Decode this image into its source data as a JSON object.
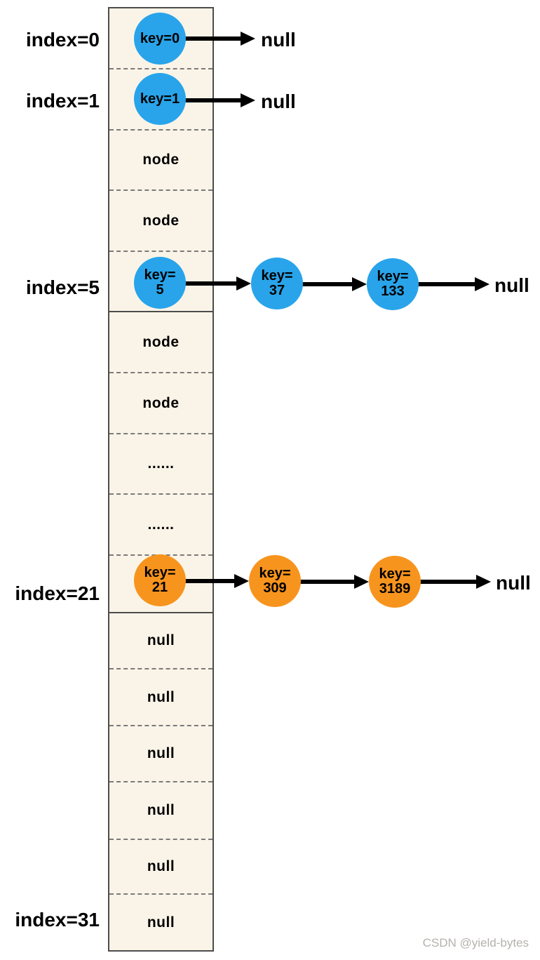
{
  "diagram_type": "hashmap-bucket-array-with-linked-lists",
  "colors": {
    "bucket_fill": "#faf4e8",
    "bucket_border": "#4c4c4c",
    "dashed_separator": "#7a7a7a",
    "node_blue": "#29a4ea",
    "node_orange": "#f7941e",
    "arrow": "#000000",
    "watermark": "#b5b2ad"
  },
  "index_labels": {
    "i0": "index=0",
    "i1": "index=1",
    "i5": "index=5",
    "i21": "index=21",
    "i31": "index=31"
  },
  "cell_labels": {
    "node": "node",
    "dots": "......",
    "empty": "null"
  },
  "terminator": "null",
  "chains": {
    "row0": {
      "n1": "key=0",
      "end": "null"
    },
    "row1": {
      "n1": "key=1",
      "end": "null"
    },
    "row5": {
      "n1": "key=\n5",
      "n2": "key=\n37",
      "n3": "key=\n133",
      "end": "null"
    },
    "row21": {
      "n1": "key=\n21",
      "n2": "key=\n309",
      "n3": "key=\n3189",
      "end": "null"
    }
  },
  "watermark": "CSDN @yield-bytes"
}
